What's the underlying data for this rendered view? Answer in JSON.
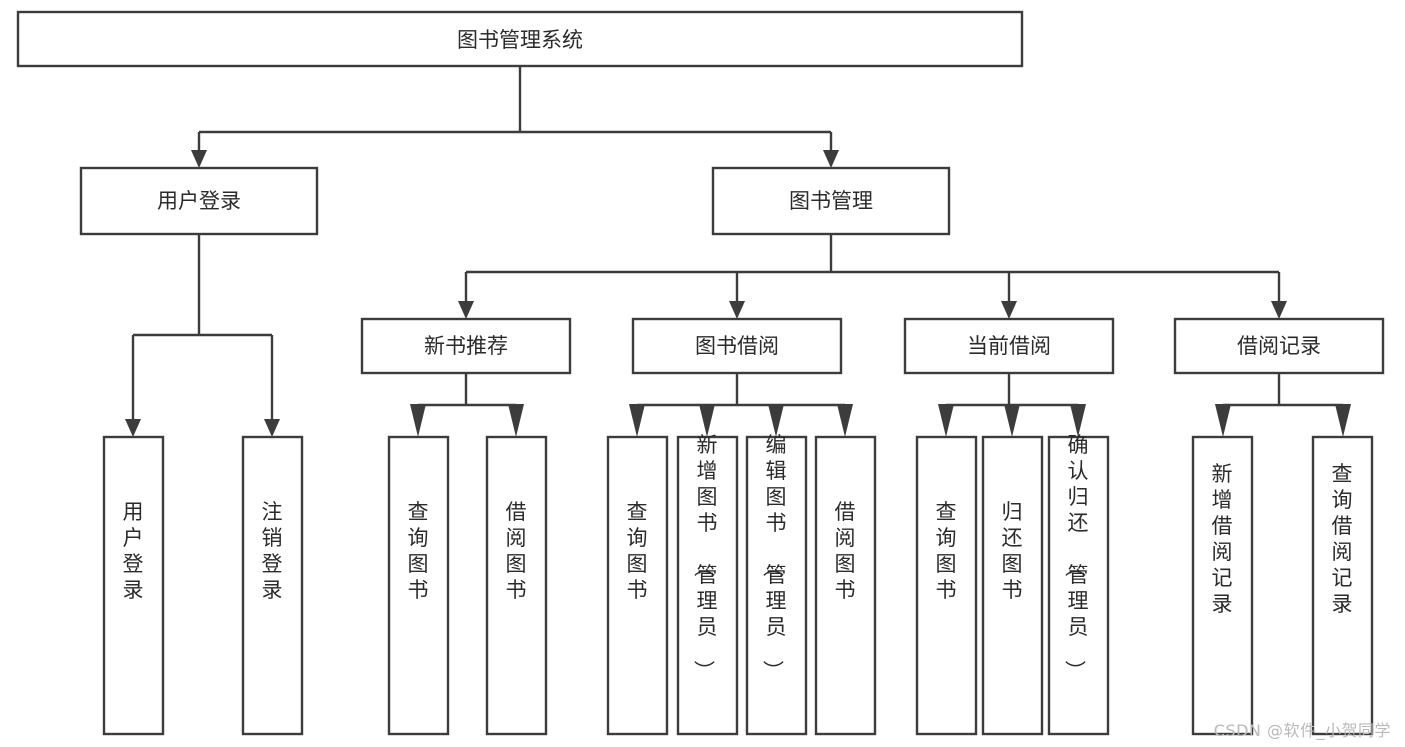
{
  "diagram": {
    "type": "tree-hierarchy",
    "title": "图书管理系统",
    "orientation": "top-down",
    "root": {
      "id": "root",
      "label": "图书管理系统",
      "text_orientation": "horizontal"
    },
    "level2": [
      {
        "id": "user-login",
        "label": "用户登录",
        "text_orientation": "horizontal"
      },
      {
        "id": "book-management",
        "label": "图书管理",
        "text_orientation": "horizontal"
      }
    ],
    "level3": [
      {
        "id": "new-book-recommend",
        "label": "新书推荐",
        "parent": "book-management",
        "text_orientation": "horizontal"
      },
      {
        "id": "book-borrow",
        "label": "图书借阅",
        "parent": "book-management",
        "text_orientation": "horizontal"
      },
      {
        "id": "current-borrow",
        "label": "当前借阅",
        "parent": "book-management",
        "text_orientation": "horizontal"
      },
      {
        "id": "borrow-record",
        "label": "借阅记录",
        "parent": "book-management",
        "text_orientation": "horizontal"
      }
    ],
    "leaves": [
      {
        "id": "leaf-user-login",
        "label": "用户登录",
        "parent": "user-login",
        "text_orientation": "vertical"
      },
      {
        "id": "leaf-logout",
        "label": "注销登录",
        "parent": "user-login",
        "text_orientation": "vertical"
      },
      {
        "id": "leaf-query-book-1",
        "label": "查询图书",
        "parent": "new-book-recommend",
        "text_orientation": "vertical"
      },
      {
        "id": "leaf-borrow-book-1",
        "label": "借阅图书",
        "parent": "new-book-recommend",
        "text_orientation": "vertical"
      },
      {
        "id": "leaf-query-book-2",
        "label": "查询图书",
        "parent": "book-borrow",
        "text_orientation": "vertical"
      },
      {
        "id": "leaf-add-book",
        "label": "新增图书（管理员）",
        "parent": "book-borrow",
        "text_orientation": "vertical"
      },
      {
        "id": "leaf-edit-book",
        "label": "编辑图书（管理员）",
        "parent": "book-borrow",
        "text_orientation": "vertical"
      },
      {
        "id": "leaf-borrow-book-2",
        "label": "借阅图书",
        "parent": "book-borrow",
        "text_orientation": "vertical"
      },
      {
        "id": "leaf-query-book-3",
        "label": "查询图书",
        "parent": "current-borrow",
        "text_orientation": "vertical"
      },
      {
        "id": "leaf-return-book",
        "label": "归还图书",
        "parent": "current-borrow",
        "text_orientation": "vertical"
      },
      {
        "id": "leaf-confirm-return",
        "label": "确认归还（管理员）",
        "parent": "current-borrow",
        "text_orientation": "vertical"
      },
      {
        "id": "leaf-add-record",
        "label": "新增借阅记录",
        "parent": "borrow-record",
        "text_orientation": "vertical"
      },
      {
        "id": "leaf-query-record",
        "label": "查询借阅记录",
        "parent": "borrow-record",
        "text_orientation": "vertical"
      }
    ]
  },
  "watermark": {
    "text": "CSDN @软件_小贺同学"
  },
  "colors": {
    "background": "#ffffff",
    "box_fill": "#ffffff",
    "box_stroke": "#3c3c3c",
    "text": "#2b2b2b",
    "connector": "#3c3c3c",
    "watermark": "#b9b9b9"
  }
}
